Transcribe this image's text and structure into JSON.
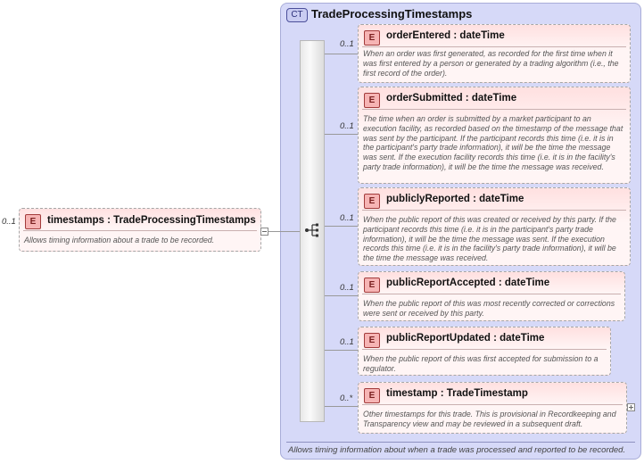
{
  "complex_type": {
    "badge": "CT",
    "name": "TradeProcessingTimestamps",
    "footer": "Allows timing information about when a trade was processed and reported to be recorded."
  },
  "root_element": {
    "badge": "E",
    "occurrence": "0..1",
    "name": "timestamps : TradeProcessingTimestamps",
    "description": "Allows timing information about a trade to be recorded."
  },
  "children": [
    {
      "badge": "E",
      "occurrence": "0..1",
      "name": "orderEntered  : dateTime",
      "description": "When an order was first generated, as recorded for the first time when it was first entered by a person or generated by a trading algorithm (i.e., the first record of the order)."
    },
    {
      "badge": "E",
      "occurrence": "0..1",
      "name": "orderSubmitted  : dateTime",
      "description": "The time when an order is submitted by a market participant to an execution facility, as recorded based on the timestamp of the message that was sent by the participant. If the participant records this time (i.e. it is in the participant's party trade information), it will be the time the message was sent. If the execution facility records this time (i.e. it is in the facility's party trade information), it will be the time the message was received."
    },
    {
      "badge": "E",
      "occurrence": "0..1",
      "name": "publiclyReported  : dateTime",
      "description": "When the public report of this was created or received by this party. If the participant records this time (i.e. it is in the participant's party trade information), it will be the time the message was sent. If the execution records this time (i.e. it is in the facility's party trade information), it will be the time the message was received."
    },
    {
      "badge": "E",
      "occurrence": "0..1",
      "name": "publicReportAccepted  : dateTime",
      "description": "When the public report of this was most recently corrected or corrections were sent or received by this party."
    },
    {
      "badge": "E",
      "occurrence": "0..1",
      "name": "publicReportUpdated  : dateTime",
      "description": "When the public report of this was first accepted for submission to a regulator."
    },
    {
      "badge": "E",
      "occurrence": "0..*",
      "name": "timestamp  : TradeTimestamp",
      "description": "Other timestamps for this trade. This is provisional in Recordkeeping and Transparency view and may be reviewed in a subsequent draft."
    }
  ]
}
